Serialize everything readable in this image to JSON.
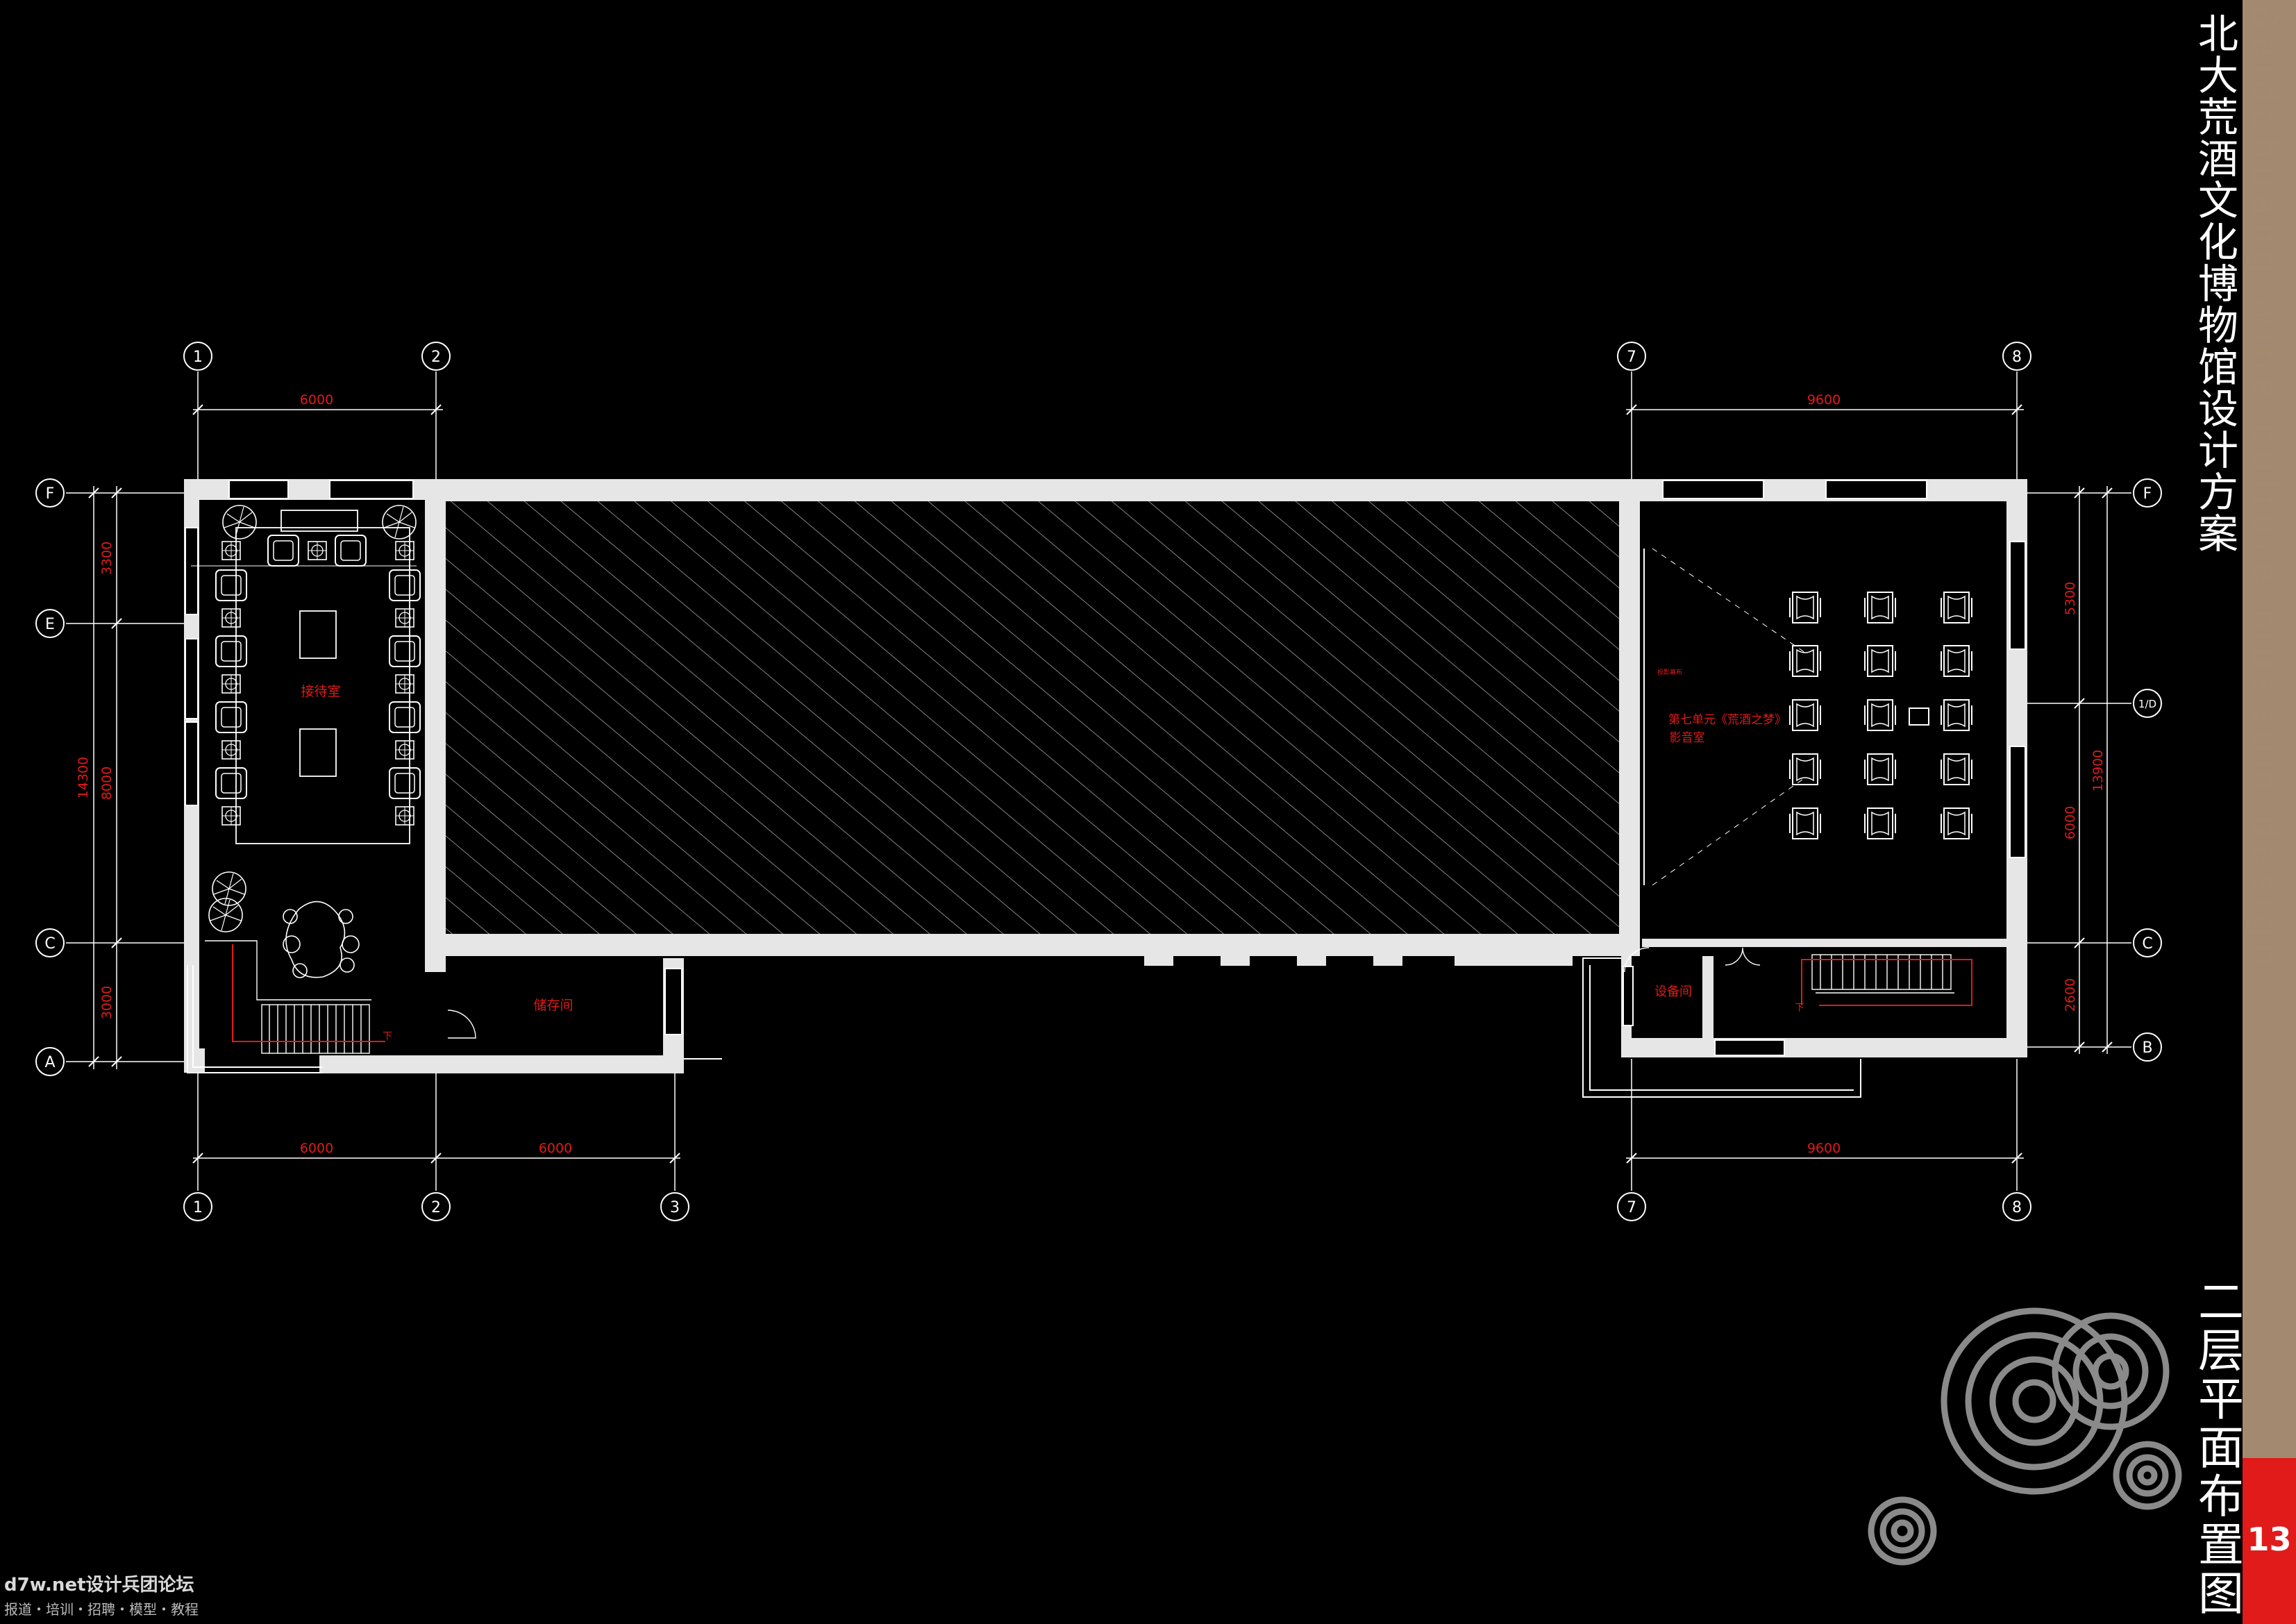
{
  "title_cn": "北大荒酒文化博物馆设计方案",
  "title_en": "Beidahuang wine culture museum design",
  "drawing_title": "二层平面布置图",
  "page_number": "13",
  "watermark": {
    "line1": "d7w.net设计兵团论坛",
    "line2": "报道・培训・招聘・模型・教程"
  },
  "axes": {
    "top_left": [
      "1",
      "2"
    ],
    "top_right": [
      "7",
      "8"
    ],
    "bottom": [
      "1",
      "2",
      "3",
      "7",
      "8"
    ],
    "left_rows": [
      "F",
      "E",
      "C",
      "A"
    ],
    "right_rows": [
      "F",
      "1/D",
      "C",
      "B"
    ]
  },
  "dimensions": {
    "top_left": "6000",
    "top_right": "9600",
    "bottom_1_2": "6000",
    "bottom_2_3": "6000",
    "bottom_7_8": "9600",
    "left_F_E": "3300",
    "left_E_C": "8000",
    "left_C_A": "3000",
    "left_total": "14300",
    "right_F_D": "5300",
    "right_D_C": "6000",
    "right_C_B": "2600",
    "right_total": "13900"
  },
  "rooms": {
    "reception": "接待室",
    "storage": "储存间",
    "equipment": "设备间",
    "theater_line1": "第七单元《荒酒之梦》",
    "theater_line2": "影音室",
    "projection_note": "投影幕布",
    "down_left": "下",
    "down_right": "下"
  },
  "colors": {
    "background": "#000000",
    "wall": "#e6e6e6",
    "axis_line": "#ffffff",
    "dimension_text": "#e11a1a",
    "room_label": "#e11a1a",
    "sidebar": "#a3896f",
    "page_badge": "#e11a1a"
  }
}
